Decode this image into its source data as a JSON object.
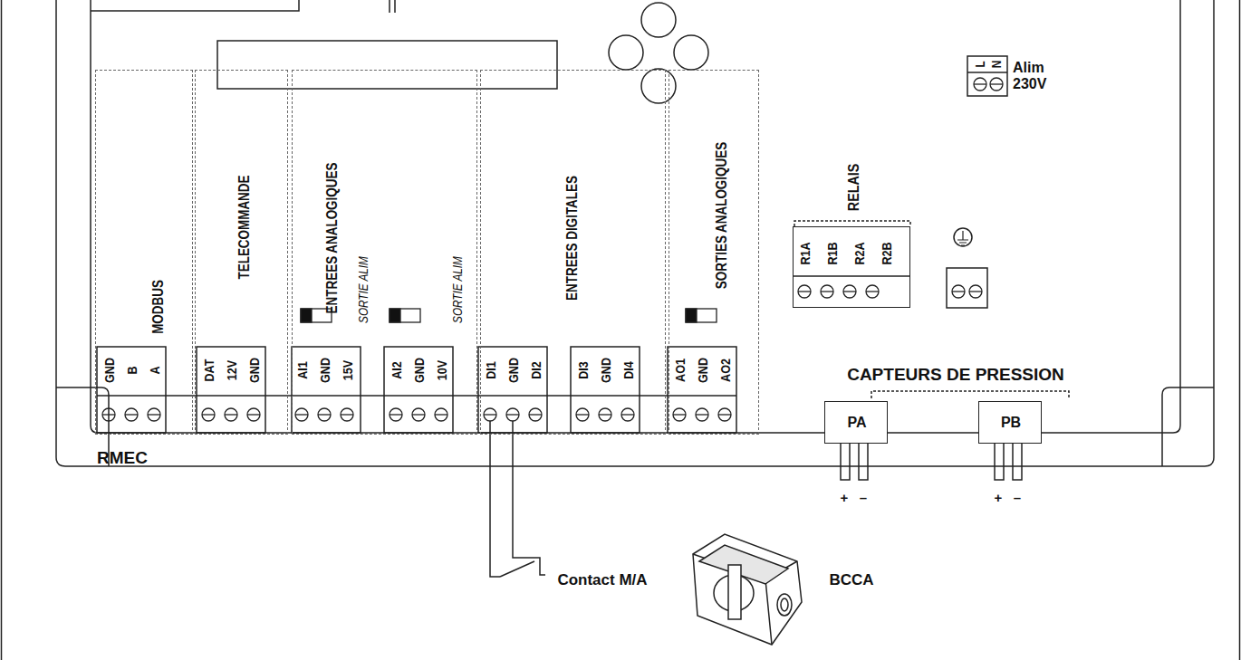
{
  "diagram": {
    "nodes": [
      {
        "text": [
          "RMEC"
        ]
      },
      {
        "text": [
          "MODBUS"
        ],
        "in": 0
      },
      {
        "text": [
          "TELECOMMANDE"
        ],
        "in": 0
      },
      {
        "text": [
          "ENTREES ANALOGIQUES"
        ],
        "in": 0
      },
      {
        "text": [
          "ENTREES DIGITALES"
        ],
        "in": 0
      },
      {
        "text": [
          "SORTIES ANALOGIQUES"
        ],
        "in": 0
      },
      {
        "text": [
          "RELAIS"
        ],
        "in": 0
      },
      {
        "text": [
          "PA"
        ]
      },
      {
        "text": [
          "PB"
        ]
      }
    ],
    "labels": [
      "GND",
      "B",
      "A",
      "DAT",
      "12V",
      "GND",
      "AI1",
      "GND",
      "15V",
      "AI2",
      "GND",
      "10V",
      "DI1",
      "GND",
      "DI2",
      "DI3",
      "GND",
      "DI4",
      "AO1",
      "GND",
      "AO2",
      "SORTIE ALIM",
      "SORTIE ALIM",
      "R1A",
      "R1B",
      "R2A",
      "R2B",
      "L",
      "N",
      "Alim 230V",
      "CAPTEURS DE PRESSION",
      "+",
      "–",
      "+",
      "–",
      "Contact M/A",
      "BCCA"
    ]
  }
}
